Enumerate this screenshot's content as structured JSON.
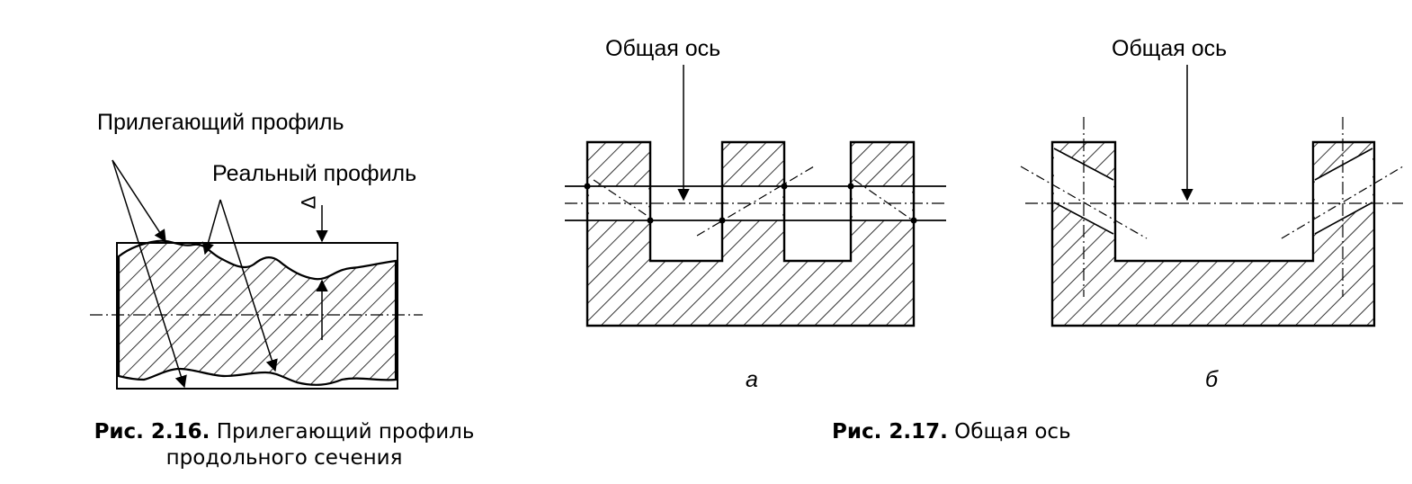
{
  "fig216": {
    "label_adjacent": "Прилегающий профиль",
    "label_real": "Реальный профиль",
    "label_delta": "Δ",
    "caption_num": "Рис. 2.16.",
    "caption_line1": "Прилегающий профиль",
    "caption_line2": "продольного сечения"
  },
  "fig217": {
    "label_axis_a": "Общая ось",
    "label_axis_b": "Общая ось",
    "sub_a": "а",
    "sub_b": "б",
    "caption_num": "Рис. 2.17.",
    "caption_text": "Общая ось"
  }
}
